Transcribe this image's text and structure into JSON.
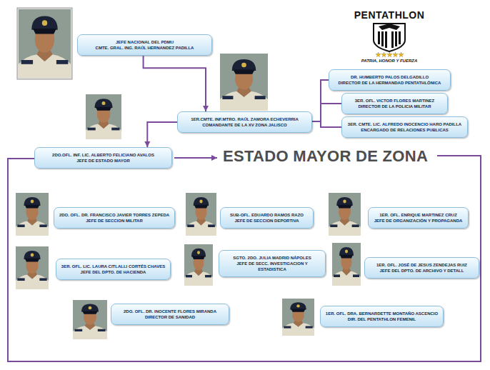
{
  "diagram": {
    "title": "ESTADO MAYOR DE ZONA",
    "nodes": [
      {
        "text": [
          "JEFE NACIONAL DEL PDMU",
          "CMTE. GRAL. ING. RAÚL HERNANDEZ PADILLA"
        ]
      },
      {
        "text": [
          "1ER.CMTE. INF.MTRO. RAÚL ZAMORA ECHEVERRIA",
          "COMANDANTE DE LA XV ZONA JALISCO"
        ]
      },
      {
        "text": [
          "DR. HUMBERTO PALOS DELGADILLO",
          "DIRECTOR DE LA HERMANDAD PENTATHLÓNICA"
        ]
      },
      {
        "text": [
          "3ER. OFL. VICTOR FLORES MARTINEZ",
          "DIRECTOR DE LA POLICIA MILITAR"
        ]
      },
      {
        "text": [
          "3ER. CMTE. LIC. ALFREDO INOCENCIO HARO PADILLA",
          "ENCARGADO DE RELACIONES PUBLICAS"
        ]
      },
      {
        "text": [
          "2DO.OFL. INF. LIC. ALBERTO FELICIANO AVALOS",
          "JEFE DE ESTADO MAYOR"
        ]
      },
      {
        "text": [
          "2DO. OFL. DR. FRANCISCO JAVIER TORRES ZEPEDA",
          "JEFE DE SECCION MILITAR"
        ]
      },
      {
        "text": [
          "SUB-OFL. EDUARDO RAMOS RAZO",
          "JEFE DE SECCION DEPORTIVA"
        ]
      },
      {
        "text": [
          "1ER. OFL. ENRIQUE MARTINEZ CRUZ",
          "JEFE DE ORGANIZACIÓN Y PROPAGANDA"
        ]
      },
      {
        "text": [
          "3ER. OFL. LIC. LAURA CITLALLI CORTÉS CHAVES",
          "JEFE DEL DPTO. DE HACIENDA"
        ]
      },
      {
        "text": [
          "SGTO. 2DO. JULIA MADRID NÁPOLES",
          "JEFE DE SECC. INVESTIGACION Y ESTADISTICA"
        ]
      },
      {
        "text": [
          "1ER. OFL. JOSÉ DE JESUS ZENDEJAS RUIZ",
          "JEFE DEL DPTO. DE ARCHIVO Y DETALL"
        ]
      },
      {
        "text": [
          "2DO. OFL. DR. INOCENTE FLORES MIRANDA",
          "DIRECTOR DE SANIDAD"
        ]
      },
      {
        "text": [
          "1ER. OFL. DRA. BERNARDETTE MONTAÑO ASCENCIO",
          "DIR. DEL PENTATHLON FEMENIL"
        ]
      }
    ],
    "edges": [
      {
        "from": 0,
        "to": 1,
        "arrow": "to"
      },
      {
        "from": 1,
        "to": 2,
        "arrow": "none"
      },
      {
        "from": 1,
        "to": 3,
        "arrow": "none"
      },
      {
        "from": 1,
        "to": 4,
        "arrow": "none"
      },
      {
        "from": 1,
        "to": 5,
        "arrow": "to"
      }
    ],
    "labels": [
      "PENTATHLON",
      "PATRIA, HONOR Y FUERZA"
    ]
  }
}
